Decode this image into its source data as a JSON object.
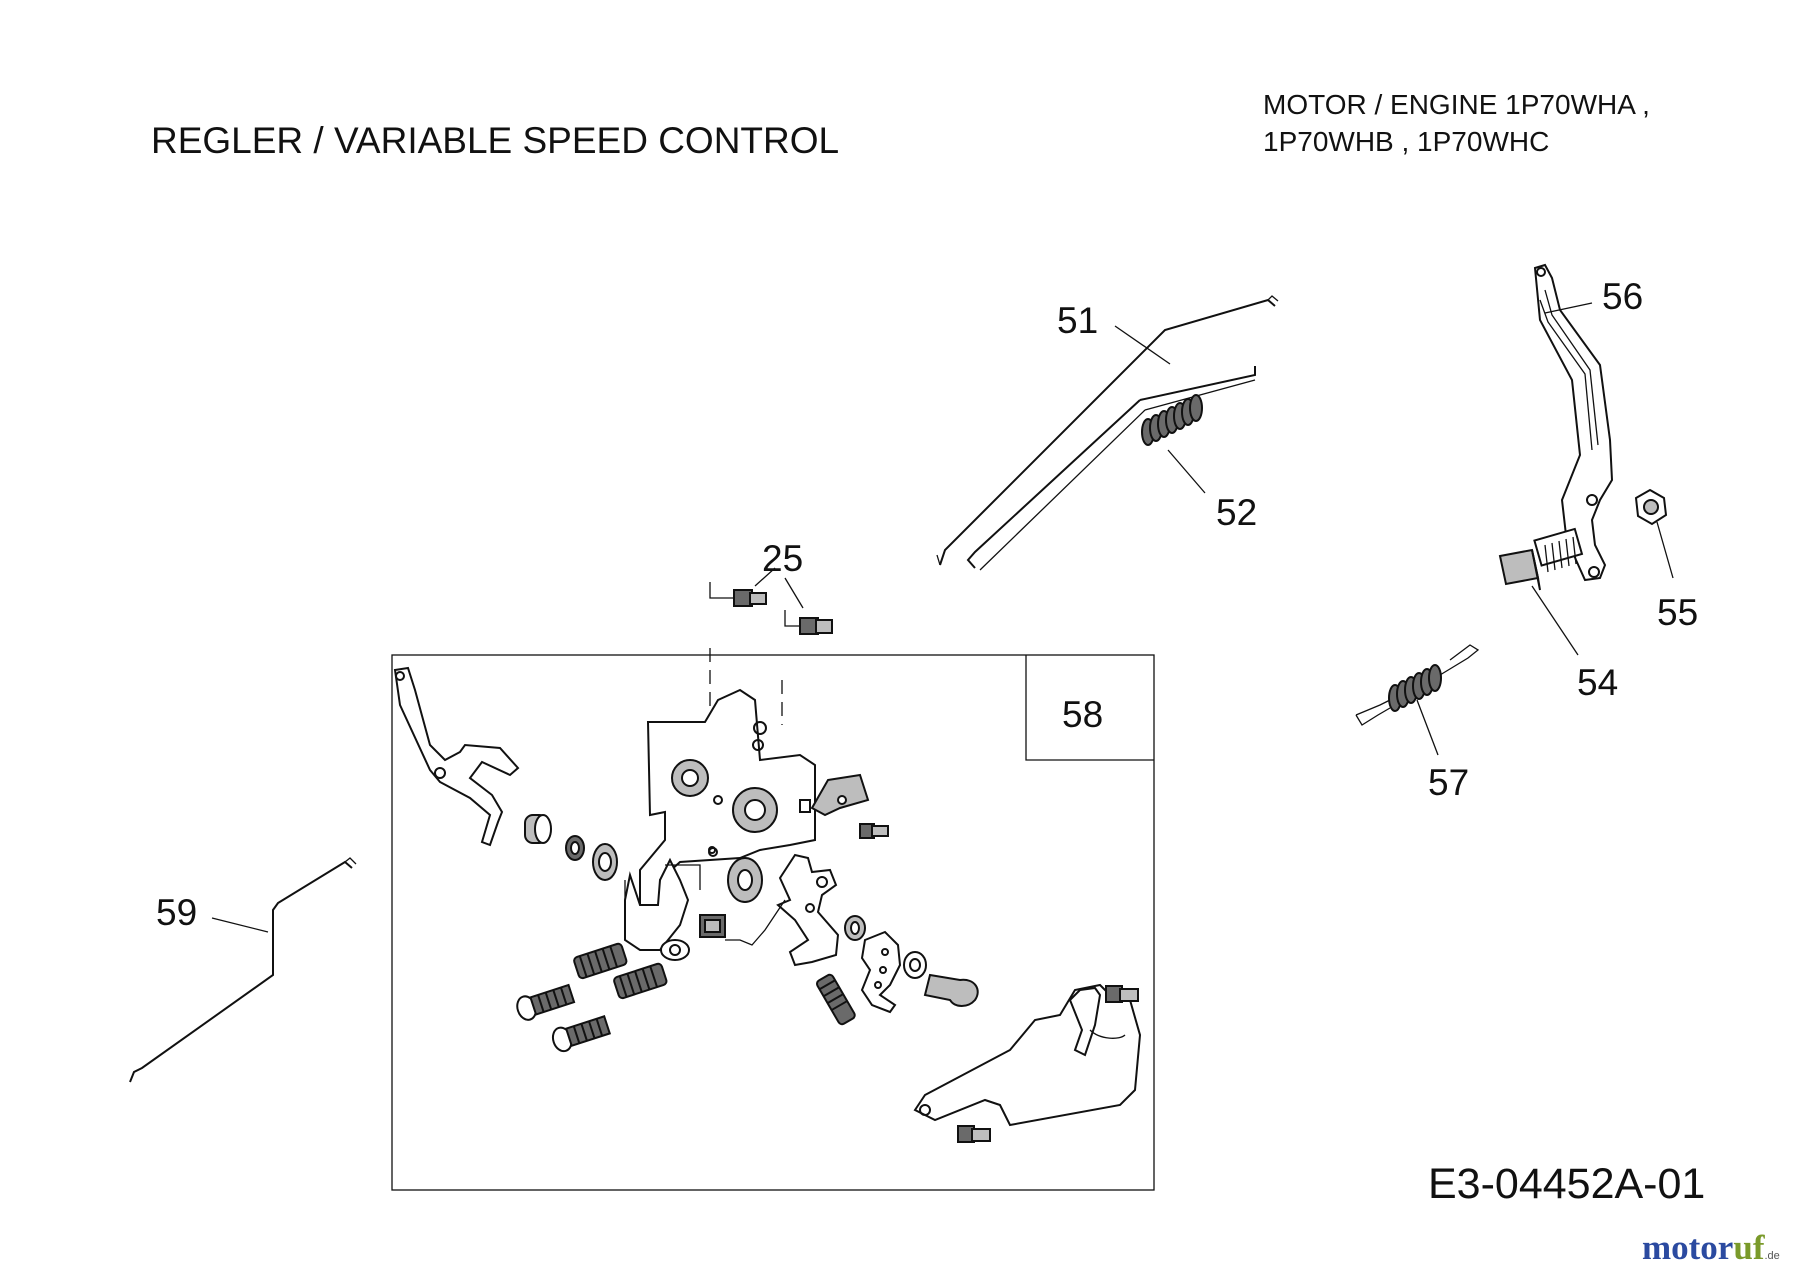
{
  "title": "REGLER / VARIABLE SPEED CONTROL",
  "engine": {
    "line1": "MOTOR / ENGINE  1P70WHA ,",
    "line2": "1P70WHB ,  1P70WHC"
  },
  "callouts": {
    "p25": "25",
    "p51": "51",
    "p52": "52",
    "p54": "54",
    "p55": "55",
    "p56": "56",
    "p57": "57",
    "p58": "58",
    "p59": "59"
  },
  "diagram_code": "E3-04452A-01",
  "watermark": {
    "part1": "motor",
    "part2": "uf",
    "part3": ".de"
  }
}
